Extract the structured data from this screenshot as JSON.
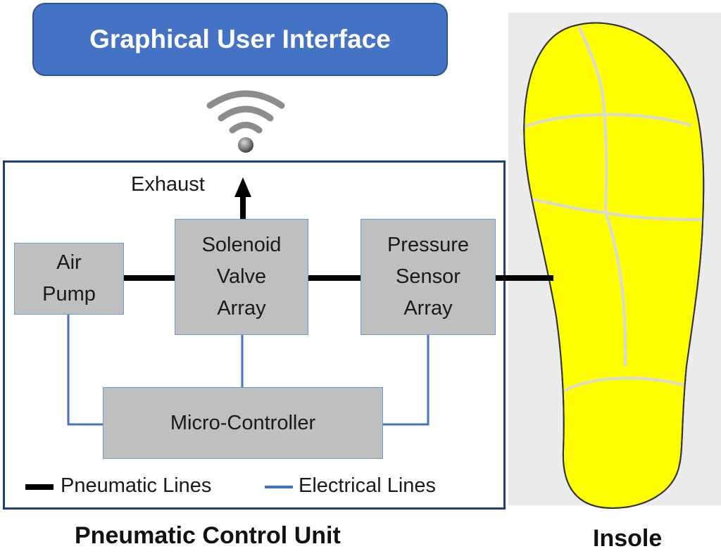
{
  "gui": {
    "title": "Graphical User Interface"
  },
  "exhaust": {
    "label": "Exhaust"
  },
  "blocks": {
    "air_pump": "Air\nPump",
    "solenoid_valve_array": "Solenoid\nValve\nArray",
    "pressure_sensor_array": "Pressure\nSensor\nArray",
    "micro_controller": "Micro-Controller"
  },
  "legend": {
    "pneumatic": "Pneumatic Lines",
    "electrical": "Electrical Lines"
  },
  "captions": {
    "control_unit": "Pneumatic Control Unit",
    "insole": "Insole"
  },
  "colors": {
    "banner": "#4472c4",
    "block_fill": "#bfbfbf",
    "frame": "#1f3f7a",
    "pneumatic_line": "#000000",
    "electrical_line": "#4472c4",
    "insole_fill": "#ffff00",
    "insole_background": "#ebebeb"
  },
  "icons": {
    "wireless": "wifi-icon",
    "exhaust": "up-arrow-icon"
  }
}
